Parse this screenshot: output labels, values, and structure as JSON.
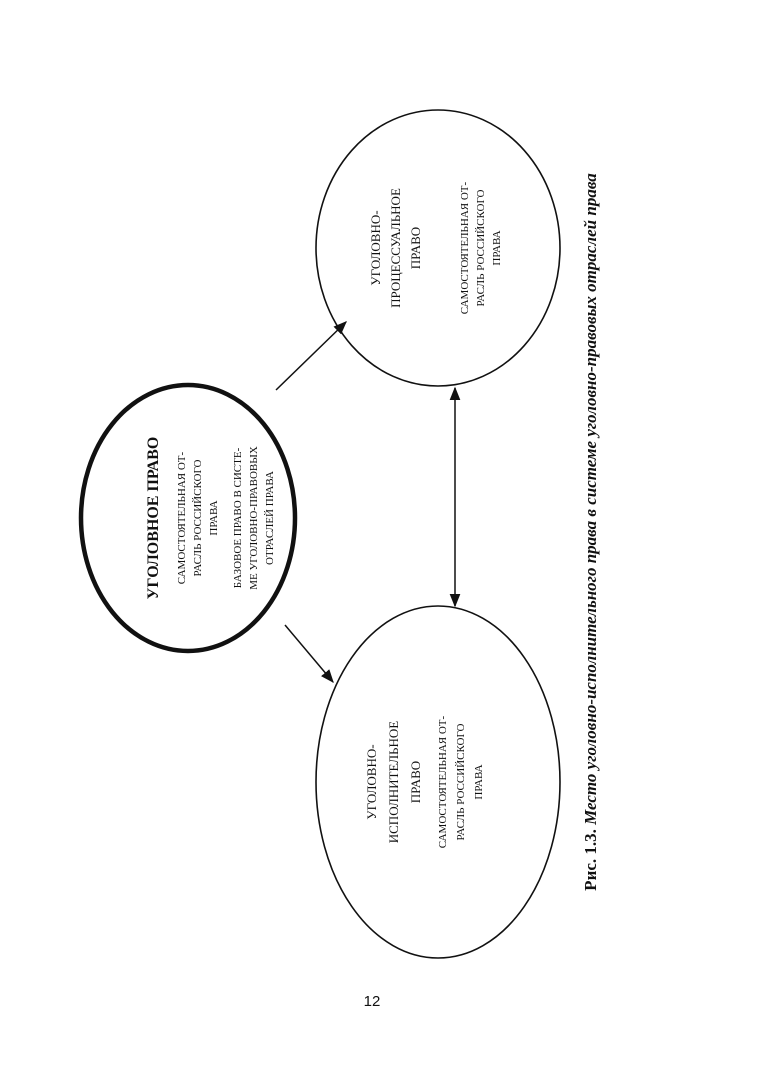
{
  "nodes": {
    "criminal_law": {
      "title": "УГОЛОВНОЕ ПРАВО",
      "desc1": [
        "САМОСТОЯТЕЛЬНАЯ ОТ-",
        "РАСЛЬ РОССИЙСКОГО",
        "ПРАВА"
      ],
      "desc2": [
        "БАЗОВОЕ ПРАВО В СИСТЕ-",
        "МЕ УГОЛОВНО-ПРАВОВЫХ",
        "ОТРАСЛЕЙ ПРАВА"
      ]
    },
    "procedural_law": {
      "title": [
        "УГОЛОВНО-",
        "ПРОЦЕССУАЛЬНОЕ",
        "ПРАВО"
      ],
      "desc": [
        "САМОСТОЯТЕЛЬНАЯ ОТ-",
        "РАСЛЬ РОССИЙСКОГО",
        "ПРАВА"
      ]
    },
    "executive_law": {
      "title": [
        "УГОЛОВНО-",
        "ИСПОЛНИТЕЛЬНОЕ",
        "ПРАВО"
      ],
      "desc": [
        "САМОСТОЯТЕЛЬНАЯ ОТ-",
        "РАСЛЬ РОССИЙСКОГО",
        "ПРАВА"
      ]
    }
  },
  "caption": {
    "label": "Рис. 1.3.",
    "text": "Место уголовно-исполнительного права в системе уголовно-правовых отраслей права"
  },
  "page_number": "12"
}
